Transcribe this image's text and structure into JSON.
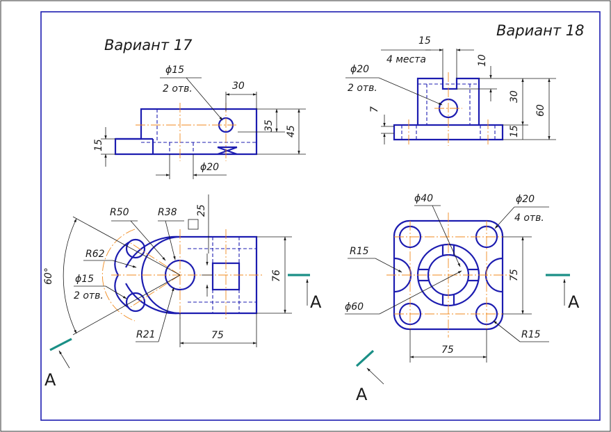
{
  "variant17": {
    "title": "Вариант 17",
    "front": {
      "hole_dia": "ϕ15",
      "hole_count": "2 отв.",
      "width_30": "30",
      "height_35": "35",
      "height_45": "45",
      "height_15": "15",
      "bore_dia": "ϕ20"
    },
    "top": {
      "r50": "R50",
      "r38": "R38",
      "r62": "R62",
      "hole_dia": "ϕ15",
      "hole_count": "2 отв.",
      "r21": "R21",
      "angle": "60°",
      "square": "25",
      "height_76": "76",
      "length_75": "75",
      "cut_a1": "A",
      "cut_a2": "A"
    }
  },
  "variant18": {
    "title": "Вариант 18",
    "front": {
      "slot_15": "15",
      "places": "4 места",
      "depth_10": "10",
      "hole_dia": "ϕ20",
      "hole_count": "2 отв.",
      "dim_7": "7",
      "dim_30": "30",
      "dim_60": "60",
      "dim_15": "15"
    },
    "top": {
      "dia_40": "ϕ40",
      "dia_20": "ϕ20",
      "hole_count": "4 отв.",
      "r15_left": "R15",
      "dim_75_v": "75",
      "dia_60": "ϕ60",
      "r15_right": "R15",
      "dim_75_h": "75",
      "cut_a1": "A",
      "cut_a2": "A"
    }
  }
}
